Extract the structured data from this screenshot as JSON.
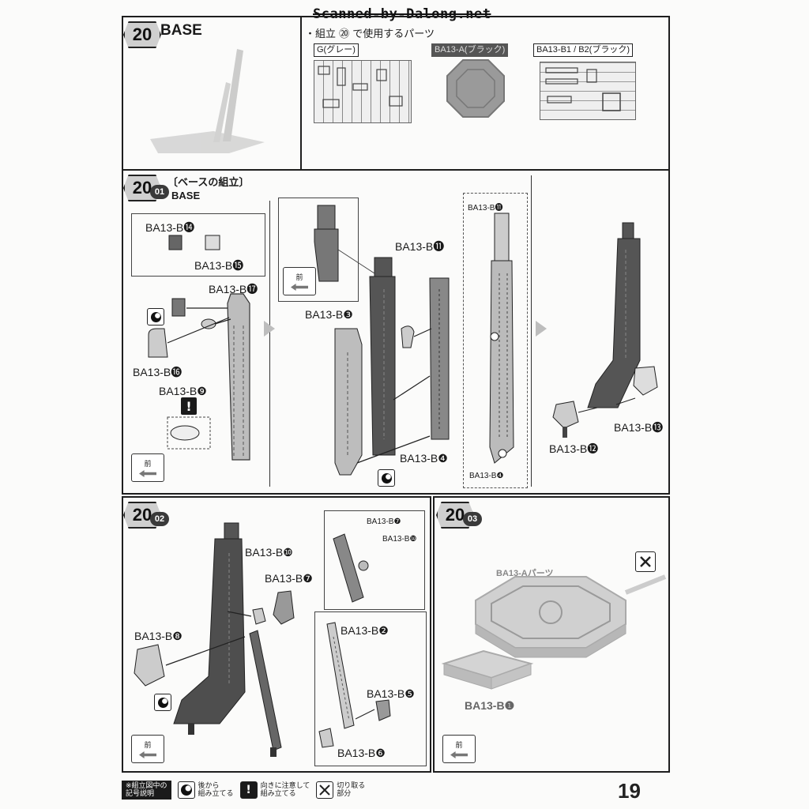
{
  "header": {
    "scan_credit": "Scanned-by-Dalong.net"
  },
  "step20": {
    "number": "20",
    "title": "BASE",
    "parts_note": "・組立 ⑳ で使用するパーツ",
    "runners": [
      {
        "tag": "G(グレー)"
      },
      {
        "tag": "BA13-A(ブラック)"
      },
      {
        "tag": "BA13-B1 / B2(ブラック)"
      }
    ]
  },
  "step20_01": {
    "number": "20",
    "sub": "01",
    "title_jp": "〔ベースの組立〕",
    "title_en": "BASE",
    "front_label": "前",
    "labels": {
      "b14": "BA13-B⓮",
      "b15": "BA13-B⓯",
      "b17": "BA13-B⓱",
      "b16": "BA13-B⓰",
      "b9": "BA13-B❾",
      "b3": "BA13-B❸",
      "b11a": "BA13-B⓫",
      "b4a": "BA13-B❹",
      "b11b": "BA13-B⓫",
      "b4b": "BA13-B❹",
      "b13": "BA13-B⓭",
      "b12": "BA13-B⓬"
    },
    "inset_front_label": "前"
  },
  "step20_02": {
    "number": "20",
    "sub": "02",
    "front_label": "前",
    "labels": {
      "b10": "BA13-B❿",
      "b7": "BA13-B❼",
      "b8": "BA13-B❽",
      "b2": "BA13-B❷",
      "b5": "BA13-B❺",
      "b6": "BA13-B❻",
      "inset_b7": "BA13-B❼",
      "inset_b10": "BA13-B❿"
    }
  },
  "step20_03": {
    "number": "20",
    "sub": "03",
    "front_label": "前",
    "labels": {
      "parts_a": "BA13-Aパーツ",
      "b1": "BA13-B❶"
    }
  },
  "legend": {
    "head": "※組立図中の\n記号説明",
    "items": [
      {
        "text": "後から\n組み立てる"
      },
      {
        "text": "向きに注意して\n組み立てる"
      },
      {
        "text": "切り取る\n部分"
      }
    ]
  },
  "page_number": "19"
}
